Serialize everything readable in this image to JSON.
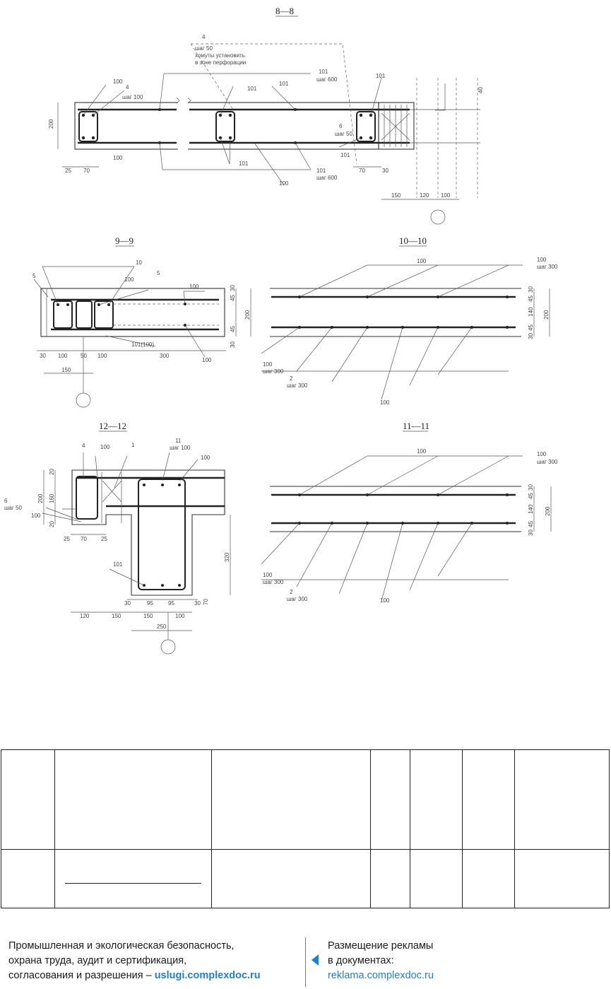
{
  "sections": {
    "s8": "8—8",
    "s9": "9—9",
    "s10": "10—10",
    "s11": "11—11",
    "s12": "12—12"
  },
  "s8": {
    "note1": "4",
    "note2": "шаг 50",
    "note3": "хомуты установить",
    "note4": "в зоне перфорации",
    "l100a": "100",
    "l4": "4",
    "l4step": "шаг 100",
    "l101a": "101",
    "l101b": "101",
    "l101c": "101",
    "l101step": "шаг 600",
    "l101d": "101",
    "l6": "6",
    "l6step": "шаг 50",
    "l101e": "101",
    "l101f": "101",
    "l101g": "101",
    "l101step2": "шаг 600",
    "l100b": "100",
    "l100c": "100",
    "d200": "200",
    "d25": "25",
    "d70": "70",
    "d70b": "70",
    "d30": "30",
    "d150": "150",
    "d120": "120",
    "d100": "100",
    "dr40": "40"
  },
  "s9": {
    "l5a": "5",
    "l10": "10",
    "l100a": "100",
    "l5b": "5",
    "l100b": "100",
    "l101": "101(100)",
    "l100c": "100",
    "d30a": "30",
    "d45a": "45",
    "d200": "200",
    "d45b": "45",
    "d30b": "30",
    "b30": "30",
    "b100": "100",
    "b50": "50",
    "b100b": "100",
    "b300": "300",
    "b150": "150"
  },
  "s10": {
    "l100top": "100",
    "l100r": "100",
    "l100rstep": "шаг 300",
    "l100l": "100",
    "l100lstep": "шаг 300",
    "l2": "2",
    "l2step": "шаг 300",
    "l100bot": "100",
    "d30a": "30",
    "d45a": "45",
    "d140": "140",
    "d45b": "45",
    "d30b": "30",
    "d200": "200"
  },
  "s11": {
    "l100top": "100",
    "l100r": "100",
    "l100rstep": "шаг 300",
    "l100l": "100",
    "l100lstep": "шаг 300",
    "l2": "2",
    "l2step": "шаг 300",
    "l100bot": "100",
    "d30a": "30",
    "d45a": "45",
    "d140": "140",
    "d45b": "45",
    "d30b": "30",
    "d200": "200"
  },
  "s12": {
    "l4": "4",
    "l100a": "100",
    "l1": "1",
    "l11": "11",
    "l11step": "шаг 100",
    "l100b": "100",
    "l6": "6",
    "l6step": "шаг 50",
    "l100c": "100",
    "l101": "101",
    "d20a": "20",
    "d160": "160",
    "d200": "200",
    "d20b": "20",
    "d25a": "25",
    "d70": "70",
    "d25b": "25",
    "d320": "320",
    "b30a": "30",
    "b95a": "95",
    "b95b": "95",
    "b30b": "30",
    "b70": "70",
    "b120": "120",
    "b150a": "150",
    "b150b": "150",
    "b100": "100",
    "b250": "250"
  },
  "footer": {
    "left_line1": "Промышленная и экологическая безопасность,",
    "left_line2": "охрана труда, аудит и сертификация,",
    "left_line3": "согласования и разрешения – ",
    "left_link": "uslugi.complexdoc.ru",
    "right_line1": "Размещение рекламы",
    "right_line2": "в документах:",
    "right_link": "reklama.complexdoc.ru"
  }
}
